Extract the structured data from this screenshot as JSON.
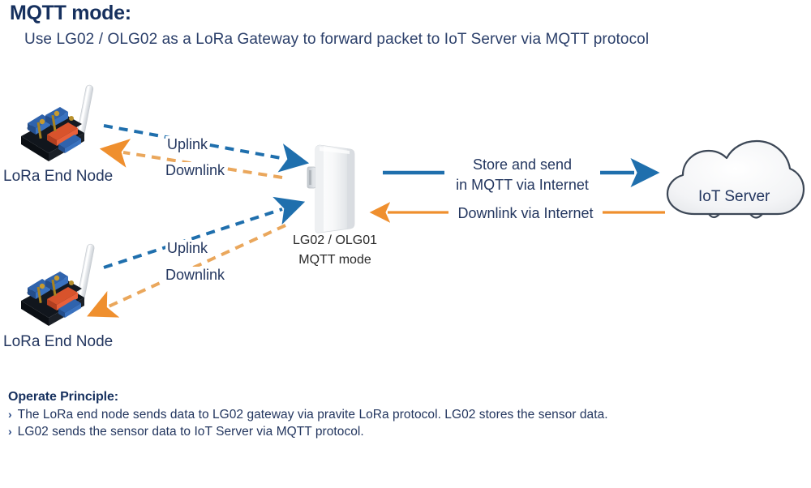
{
  "header": {
    "title": "MQTT mode:",
    "subtitle": "Use LG02 / OLG02 as a LoRa Gateway to forward packet to IoT Server via MQTT protocol"
  },
  "colors": {
    "navy": "#16305e",
    "text_blue": "#23365f",
    "uplink_blue": "#2575b0",
    "downlink_orange": "#f0922f",
    "cloud_fill": "#f4f5f7",
    "cloud_stroke": "#3c4756"
  },
  "diagram": {
    "nodes": [
      {
        "id": "end-node-top",
        "label": "LoRa End Node",
        "uplink_label": "Uplink",
        "downlink_label": "Downlink"
      },
      {
        "id": "end-node-bottom",
        "label": "LoRa End Node",
        "uplink_label": "Uplink",
        "downlink_label": "Downlink"
      }
    ],
    "gateway": {
      "label_line1": "LG02 / OLG01",
      "label_line2": "MQTT mode"
    },
    "internet_links": {
      "uplink_line1": "Store and send",
      "uplink_line2": "in MQTT via Internet",
      "downlink": "Downlink via Internet"
    },
    "cloud": {
      "label": "IoT Server"
    }
  },
  "footer": {
    "heading": "Operate Principle:",
    "bullet_marker": "›",
    "bullets": [
      "The LoRa end node sends data to LG02 gateway via pravite LoRa protocol. LG02 stores the sensor data.",
      "LG02 sends the sensor data to IoT Server via MQTT protocol."
    ]
  }
}
